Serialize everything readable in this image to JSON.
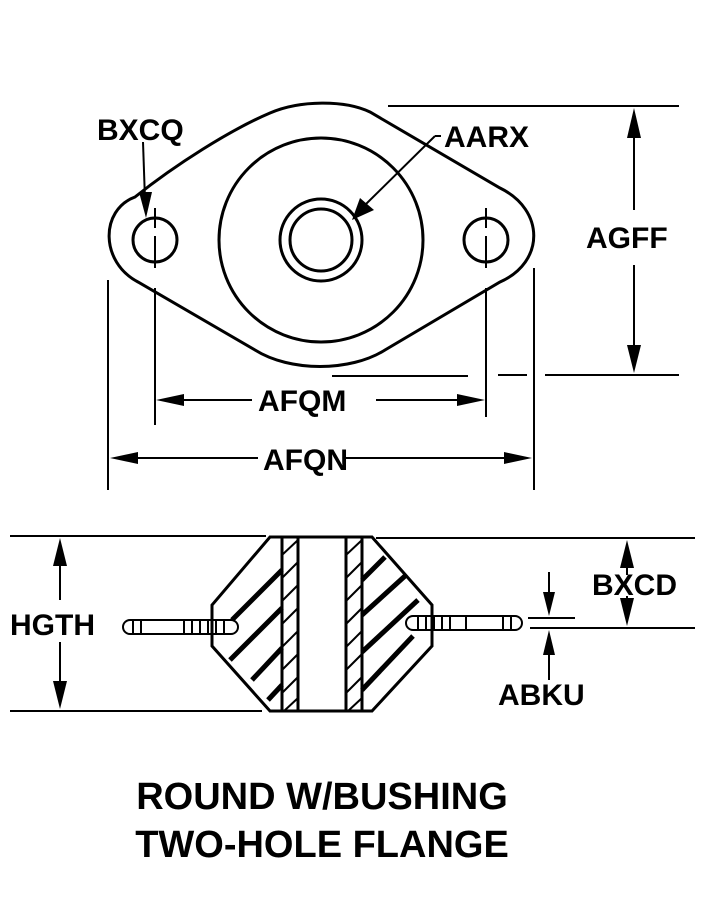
{
  "drawing": {
    "title_line1": "ROUND W/BUSHING",
    "title_line2": "TWO-HOLE FLANGE",
    "colors": {
      "ink": "#000000",
      "paper": "#ffffff"
    },
    "top_view": {
      "labels": {
        "flange_hole_dia": "BXCQ",
        "bushing_bore": "AARX",
        "flange_width": "AGFF",
        "hole_center_distance": "AFQM",
        "overall_length": "AFQN"
      }
    },
    "side_view": {
      "labels": {
        "overall_height": "HGTH",
        "flange_height": "BXCD",
        "flange_thickness": "ABKU"
      }
    }
  }
}
